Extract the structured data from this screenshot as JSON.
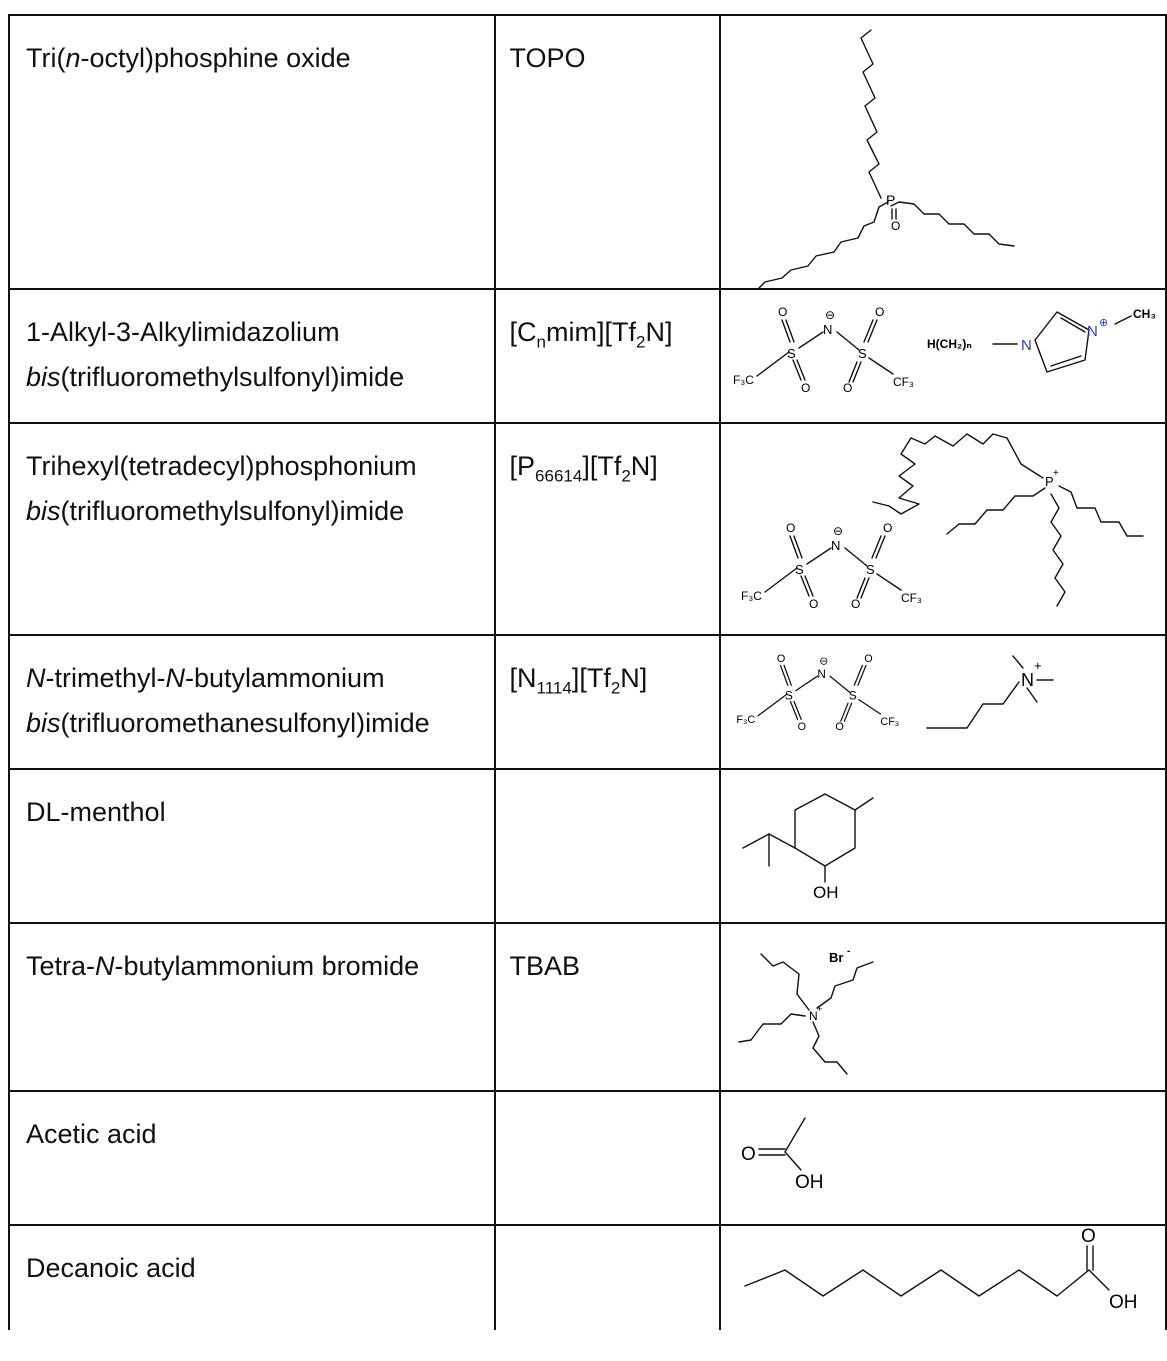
{
  "rows": [
    {
      "name": [
        "Tri(",
        "n",
        "-octyl)phosphine oxide"
      ],
      "abbr": "TOPO"
    },
    {
      "name": [
        "1-Alkyl-3-Alkylimidazolium",
        "bis",
        "(trifluoromethylsulfonyl)imide"
      ],
      "abbr": [
        "[C",
        "n",
        "mim][Tf",
        "2",
        "N]"
      ]
    },
    {
      "name": [
        "Trihexyl(tetradecyl)phosphonium",
        "bis",
        "(trifluoromethylsulfonyl)imide"
      ],
      "abbr": [
        "[P",
        "66614",
        "][Tf",
        "2",
        "N]"
      ]
    },
    {
      "name": [
        "N",
        "-trimethyl-",
        "N",
        "-butylammonium",
        "bis",
        "(trifluoromethanesulfonyl)imide"
      ],
      "abbr": [
        "[N",
        "1114",
        "][Tf",
        "2",
        "N]"
      ]
    },
    {
      "name": "DL-menthol",
      "abbr": ""
    },
    {
      "name": [
        "Tetra-",
        "N",
        "-butylammonium bromide"
      ],
      "abbr": "TBAB"
    },
    {
      "name": "Acetic acid",
      "abbr": ""
    },
    {
      "name": "Decanoic acid",
      "abbr": ""
    }
  ],
  "struct_labels": {
    "P": "P",
    "O": "O",
    "N": "N",
    "S": "S",
    "F3C": "F₃C",
    "CF3": "CF₃",
    "CH3": "CH₃",
    "minus": "⊖",
    "plus_circle": "⊕",
    "plus": "+",
    "minus_sup": "-",
    "alkyl_chain": "H(CH₂)ₙ",
    "OH": "OH",
    "Br": "Br",
    "P_plus": "P",
    "N_plus": "N"
  }
}
